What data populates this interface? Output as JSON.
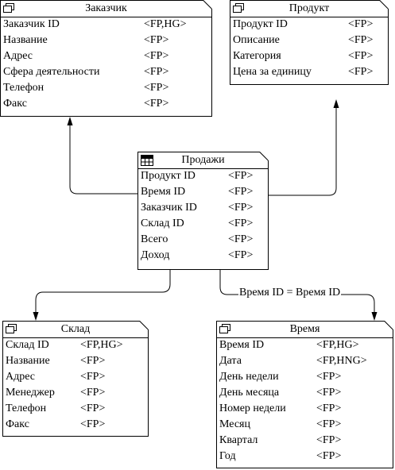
{
  "entities": {
    "customer": {
      "title": "Заказчик",
      "attributes": [
        {
          "name": "Заказчик ID",
          "type": "<FP,HG>"
        },
        {
          "name": "Название",
          "type": "<FP>"
        },
        {
          "name": "Адрес",
          "type": "<FP>"
        },
        {
          "name": "Сфера деятельности",
          "type": "<FP>"
        },
        {
          "name": "Телефон",
          "type": "<FP>"
        },
        {
          "name": "Факс",
          "type": "<FP>"
        }
      ]
    },
    "product": {
      "title": "Продукт",
      "attributes": [
        {
          "name": "Продукт ID",
          "type": "<FP>"
        },
        {
          "name": "Описание",
          "type": "<FP>"
        },
        {
          "name": "Категория",
          "type": "<FP>"
        },
        {
          "name": "Цена за единицу",
          "type": "<FP>"
        }
      ]
    },
    "sales": {
      "title": "Продажи",
      "attributes": [
        {
          "name": "Продукт ID",
          "type": "<FP>"
        },
        {
          "name": "Время ID",
          "type": "<FP>"
        },
        {
          "name": "Заказчик ID",
          "type": "<FP>"
        },
        {
          "name": "Склад ID",
          "type": "<FP>"
        },
        {
          "name": "Всего",
          "type": "<FP>"
        },
        {
          "name": "Доход",
          "type": "<FP>"
        }
      ]
    },
    "warehouse": {
      "title": "Склад",
      "attributes": [
        {
          "name": "Склад ID",
          "type": "<FP,HG>"
        },
        {
          "name": "Название",
          "type": "<FP>"
        },
        {
          "name": "Адрес",
          "type": "<FP>"
        },
        {
          "name": "Менеджер",
          "type": "<FP>"
        },
        {
          "name": "Телефон",
          "type": "<FP>"
        },
        {
          "name": "Факс",
          "type": "<FP>"
        }
      ]
    },
    "time": {
      "title": "Время",
      "attributes": [
        {
          "name": "Время ID",
          "type": "<FP,HG>"
        },
        {
          "name": "Дата",
          "type": "<FP,HNG>"
        },
        {
          "name": "День недели",
          "type": "<FP>"
        },
        {
          "name": "День месяца",
          "type": "<FP>"
        },
        {
          "name": "Номер недели",
          "type": "<FP>"
        },
        {
          "name": "Месяц",
          "type": "<FP>"
        },
        {
          "name": "Квартал",
          "type": "<FP>"
        },
        {
          "name": "Год",
          "type": "<FP>"
        }
      ]
    }
  },
  "relationships": [
    {
      "from": "sales",
      "to": "customer",
      "label": ""
    },
    {
      "from": "sales",
      "to": "product",
      "label": ""
    },
    {
      "from": "sales",
      "to": "warehouse",
      "label": ""
    },
    {
      "from": "sales",
      "to": "time",
      "label": "Время ID = Время ID"
    }
  ]
}
